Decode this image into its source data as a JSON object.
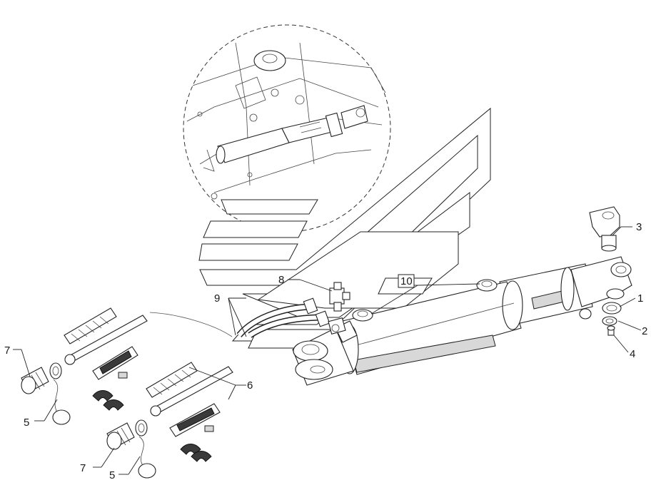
{
  "callouts": {
    "c1": "1",
    "c2": "2",
    "c3": "3",
    "c4": "4",
    "c5a": "5",
    "c5b": "5",
    "c6": "6",
    "c7a": "7",
    "c7b": "7",
    "c8": "8",
    "c9": "9",
    "c10": "10"
  },
  "colors": {
    "line": "#222222",
    "shade": "#d8d8d8",
    "background": "#ffffff"
  }
}
